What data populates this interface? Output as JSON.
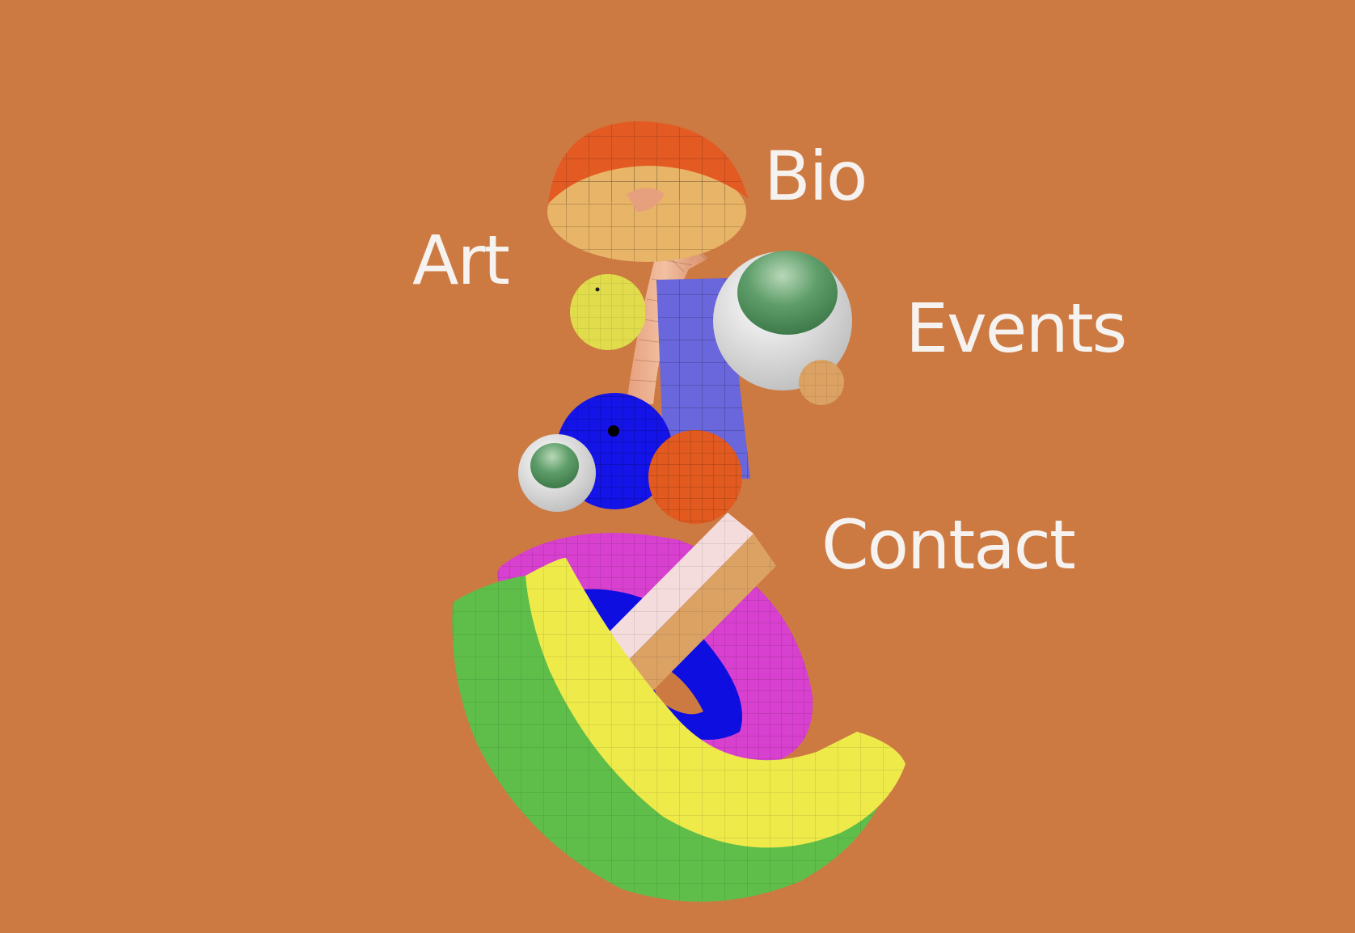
{
  "nav": {
    "bio": "Bio",
    "art": "Art",
    "events": "Events",
    "contact": "Contact"
  },
  "colors": {
    "background": "#cc7a42",
    "link_text": "#f6f2ef"
  }
}
